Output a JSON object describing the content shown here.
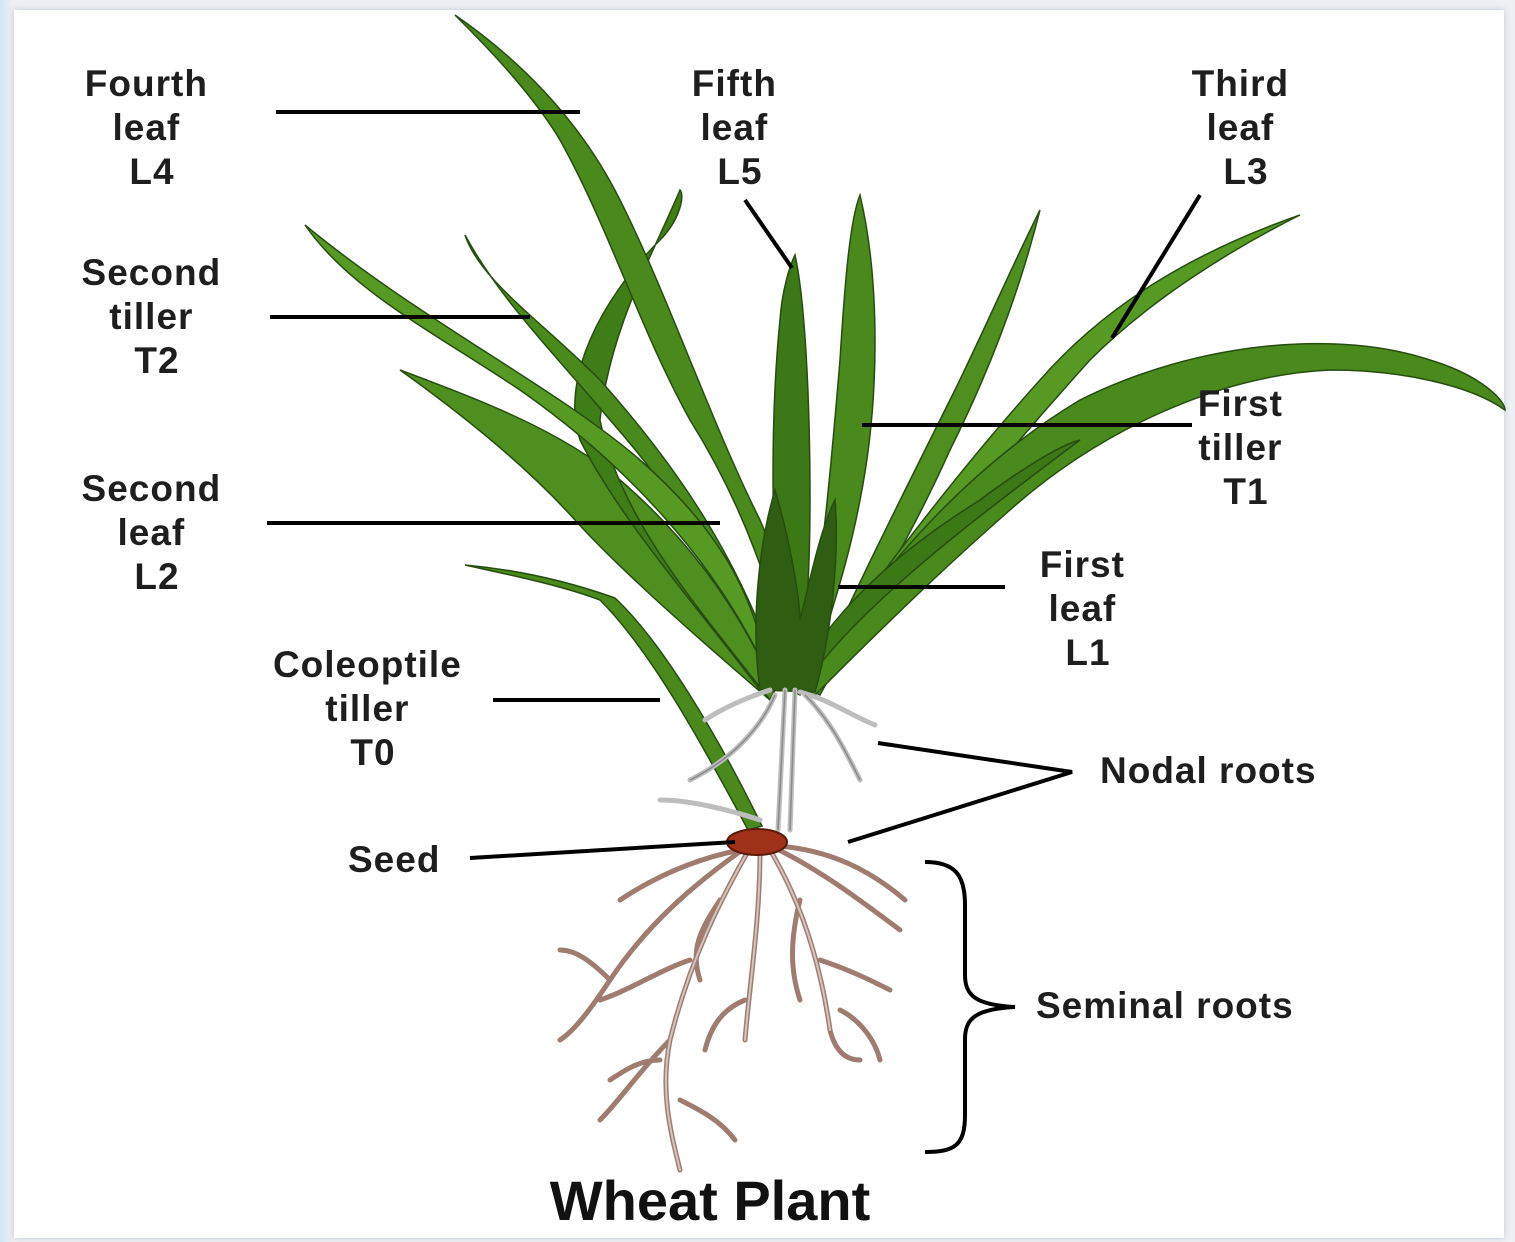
{
  "title": "Wheat Plant",
  "labels": {
    "fourth_leaf": [
      "Fourth",
      "leaf",
      "L4"
    ],
    "fifth_leaf": [
      "Fifth",
      "leaf",
      "L5"
    ],
    "third_leaf": [
      "Third",
      "leaf",
      "L3"
    ],
    "second_tiller": [
      "Second",
      "tiller",
      "T2"
    ],
    "first_tiller": [
      "First",
      "tiller",
      "T1"
    ],
    "second_leaf": [
      "Second",
      "leaf",
      "L2"
    ],
    "first_leaf": [
      "First",
      "leaf",
      "L1"
    ],
    "coleoptile_tiller": [
      "Coleoptile",
      "tiller",
      "T0"
    ],
    "nodal_roots": "Nodal roots",
    "seed": "Seed",
    "seminal_roots": "Seminal roots"
  },
  "colors": {
    "leaf": "#4a8a1c",
    "leaf_dark": "#2f5e12",
    "seed": "#a0321a",
    "root": "#9a7468",
    "nodal_root": "#d8d8d8"
  }
}
